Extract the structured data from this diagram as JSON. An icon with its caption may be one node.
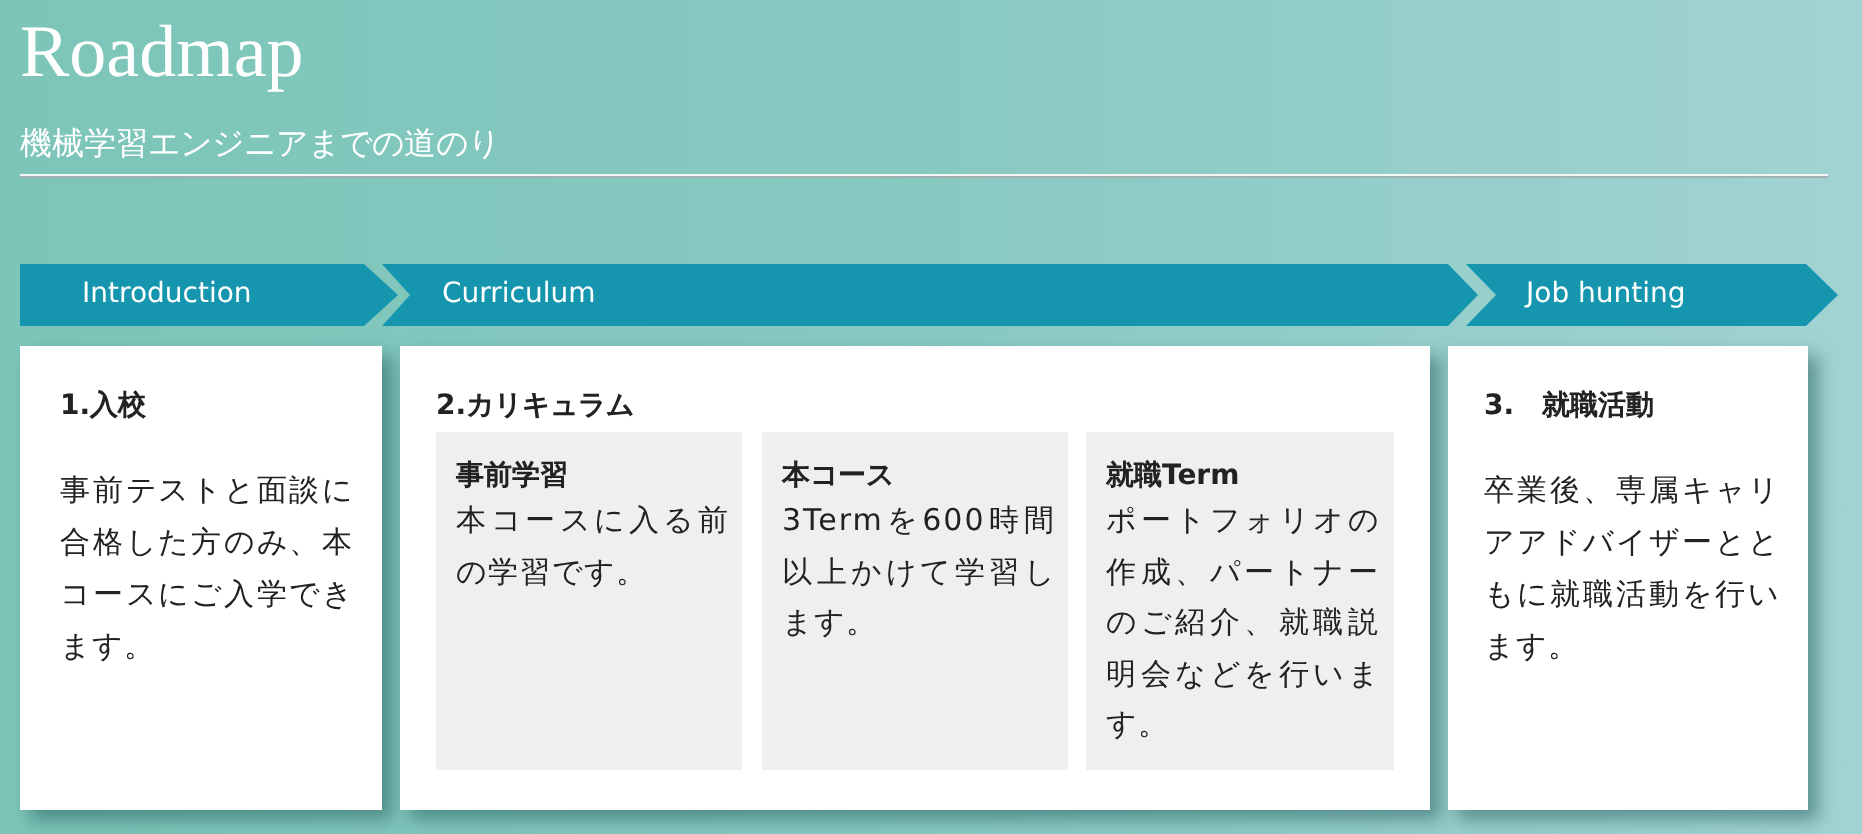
{
  "diagram": {
    "title": "Roadmap",
    "nodes": [
      {
        "text": [
          "Introduction"
        ]
      },
      {
        "text": [
          "Curriculum"
        ]
      },
      {
        "text": [
          "Job hunting"
        ]
      },
      {
        "text": [
          "1.入校",
          "事前テストと面談に合格した方のみ、本コースにご入学できます。"
        ]
      },
      {
        "text": [
          "2.カリキュラム"
        ]
      },
      {
        "text": [
          "事前学習",
          "本コースに入る前の学習です。"
        ],
        "in": 4
      },
      {
        "text": [
          "本コース",
          "3Termを600時間以上かけて学習します。"
        ],
        "in": 4
      },
      {
        "text": [
          "就職Term",
          "ポートフォリオの作成、パートナーのご紹介、就職説明会などを行います。"
        ],
        "in": 4
      },
      {
        "text": [
          "3.　就職活動",
          "卒業後、専属キャリアアドバイザーとともに就職活動を行います。"
        ]
      }
    ],
    "labels": [
      "機械学習エンジニアまでの道のり"
    ]
  }
}
